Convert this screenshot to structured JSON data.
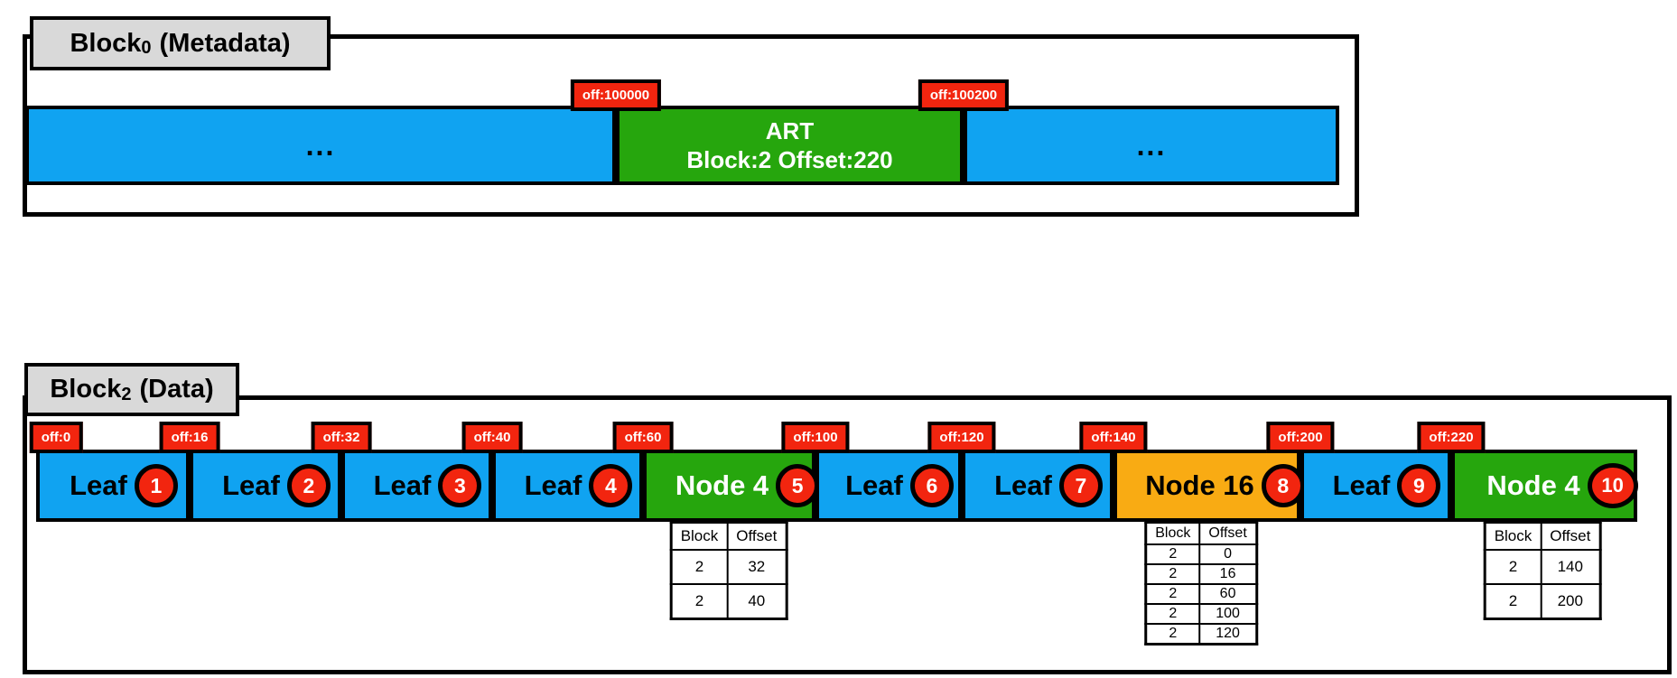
{
  "colors": {
    "segment_blue": "#10a3f1",
    "segment_green": "#26a60d",
    "segment_orange": "#f9ab13",
    "offset_tag_red": "#f2250f",
    "badge_red": "#f2250f",
    "title_gray": "#d9d9d9",
    "border_black": "#000000",
    "badge_text_white": "#ffffff"
  },
  "block0": {
    "title": {
      "base": "Block",
      "sub": "0",
      "suffix": "(Metadata)"
    },
    "left_fill": "...",
    "right_fill": "...",
    "art": {
      "line1": "ART",
      "line2": "Block:2 Offset:220"
    },
    "offset_labels": [
      "off:100000",
      "off:100200"
    ]
  },
  "block2": {
    "title": {
      "base": "Block",
      "sub": "2",
      "suffix": "(Data)"
    },
    "offset_labels": [
      "off:0",
      "off:16",
      "off:32",
      "off:40",
      "off:60",
      "off:100",
      "off:120",
      "off:140",
      "off:200",
      "off:220"
    ],
    "segments": [
      {
        "label": "Leaf",
        "badge": "1",
        "type": "blue"
      },
      {
        "label": "Leaf",
        "badge": "2",
        "type": "blue"
      },
      {
        "label": "Leaf",
        "badge": "3",
        "type": "blue"
      },
      {
        "label": "Leaf",
        "badge": "4",
        "type": "blue"
      },
      {
        "label": "Node 4",
        "badge": "5",
        "type": "green"
      },
      {
        "label": "Leaf",
        "badge": "6",
        "type": "blue"
      },
      {
        "label": "Leaf",
        "badge": "7",
        "type": "blue"
      },
      {
        "label": "Node 16",
        "badge": "8",
        "type": "orange"
      },
      {
        "label": "Leaf",
        "badge": "9",
        "type": "blue"
      },
      {
        "label": "Node 4",
        "badge": "10",
        "type": "green"
      }
    ],
    "tables": [
      {
        "headers": [
          "Block",
          "Offset"
        ],
        "rows": [
          [
            "2",
            "32"
          ],
          [
            "2",
            "40"
          ]
        ]
      },
      {
        "headers": [
          "Block",
          "Offset"
        ],
        "rows": [
          [
            "2",
            "0"
          ],
          [
            "2",
            "16"
          ],
          [
            "2",
            "60"
          ],
          [
            "2",
            "100"
          ],
          [
            "2",
            "120"
          ]
        ]
      },
      {
        "headers": [
          "Block",
          "Offset"
        ],
        "rows": [
          [
            "2",
            "140"
          ],
          [
            "2",
            "200"
          ]
        ]
      }
    ]
  }
}
